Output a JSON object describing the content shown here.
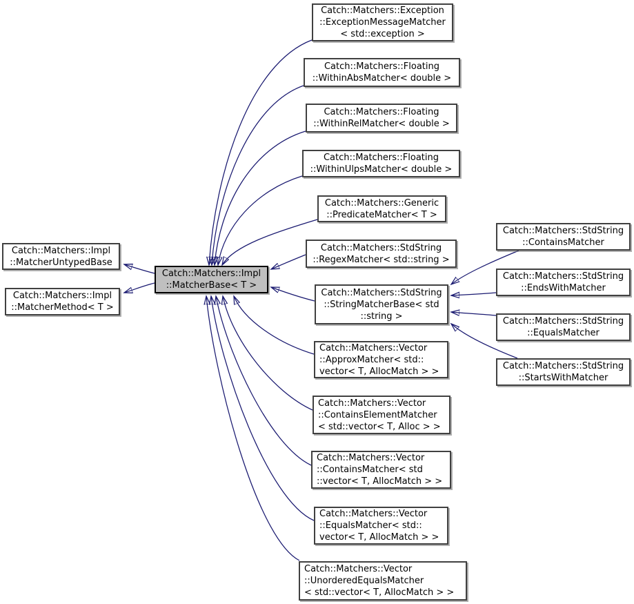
{
  "diagram_type": "class-inheritance-graph",
  "colors": {
    "edge": "#191970",
    "node_border": "#404040",
    "node_fill": "#ffffff",
    "current_node_fill": "#bfbfbf",
    "current_node_border": "#000000",
    "text": "#000000",
    "background": "#ffffff"
  },
  "nodes": {
    "l1": {
      "lines": [
        "Catch::Matchers::Impl",
        "::MatcherUntypedBase"
      ]
    },
    "l2": {
      "lines": [
        "Catch::Matchers::Impl",
        "::MatcherMethod< T >"
      ]
    },
    "c": {
      "lines": [
        "Catch::Matchers::Impl",
        "::MatcherBase< T >"
      ]
    },
    "m1": {
      "lines": [
        "Catch::Matchers::Exception",
        "::ExceptionMessageMatcher",
        "< std::exception >"
      ]
    },
    "m2": {
      "lines": [
        "Catch::Matchers::Floating",
        "::WithinAbsMatcher< double >"
      ]
    },
    "m3": {
      "lines": [
        "Catch::Matchers::Floating",
        "::WithinRelMatcher< double >"
      ]
    },
    "m4": {
      "lines": [
        "Catch::Matchers::Floating",
        "::WithinUlpsMatcher< double >"
      ]
    },
    "m5": {
      "lines": [
        "Catch::Matchers::Generic",
        "::PredicateMatcher< T >"
      ]
    },
    "m6": {
      "lines": [
        "Catch::Matchers::StdString",
        "::RegexMatcher< std::string >"
      ]
    },
    "m7": {
      "lines": [
        "Catch::Matchers::StdString",
        "::StringMatcherBase< std",
        "::string >"
      ]
    },
    "m8": {
      "lines": [
        "Catch::Matchers::Vector",
        "::ApproxMatcher< std::",
        "vector< T, AllocMatch > >"
      ]
    },
    "m9": {
      "lines": [
        "Catch::Matchers::Vector",
        "::ContainsElementMatcher",
        "< std::vector< T, Alloc > >"
      ]
    },
    "m10": {
      "lines": [
        "Catch::Matchers::Vector",
        "::ContainsMatcher< std",
        "::vector< T, AllocMatch > >"
      ]
    },
    "m11": {
      "lines": [
        "Catch::Matchers::Vector",
        "::EqualsMatcher< std::",
        "vector< T, AllocMatch > >"
      ]
    },
    "m12": {
      "lines": [
        "Catch::Matchers::Vector",
        "::UnorderedEqualsMatcher",
        "< std::vector< T, AllocMatch > >"
      ]
    },
    "r1": {
      "lines": [
        "Catch::Matchers::StdString",
        "::ContainsMatcher"
      ]
    },
    "r2": {
      "lines": [
        "Catch::Matchers::StdString",
        "::EndsWithMatcher"
      ]
    },
    "r3": {
      "lines": [
        "Catch::Matchers::StdString",
        "::EqualsMatcher"
      ]
    },
    "r4": {
      "lines": [
        "Catch::Matchers::StdString",
        "::StartsWithMatcher"
      ]
    }
  },
  "edges": [
    {
      "from": "c",
      "to": "l1"
    },
    {
      "from": "c",
      "to": "l2"
    },
    {
      "from": "m1",
      "to": "c"
    },
    {
      "from": "m2",
      "to": "c"
    },
    {
      "from": "m3",
      "to": "c"
    },
    {
      "from": "m4",
      "to": "c"
    },
    {
      "from": "m5",
      "to": "c"
    },
    {
      "from": "m6",
      "to": "c"
    },
    {
      "from": "m7",
      "to": "c"
    },
    {
      "from": "m8",
      "to": "c"
    },
    {
      "from": "m9",
      "to": "c"
    },
    {
      "from": "m10",
      "to": "c"
    },
    {
      "from": "m11",
      "to": "c"
    },
    {
      "from": "m12",
      "to": "c"
    },
    {
      "from": "r1",
      "to": "m7"
    },
    {
      "from": "r2",
      "to": "m7"
    },
    {
      "from": "r3",
      "to": "m7"
    },
    {
      "from": "r4",
      "to": "m7"
    }
  ]
}
